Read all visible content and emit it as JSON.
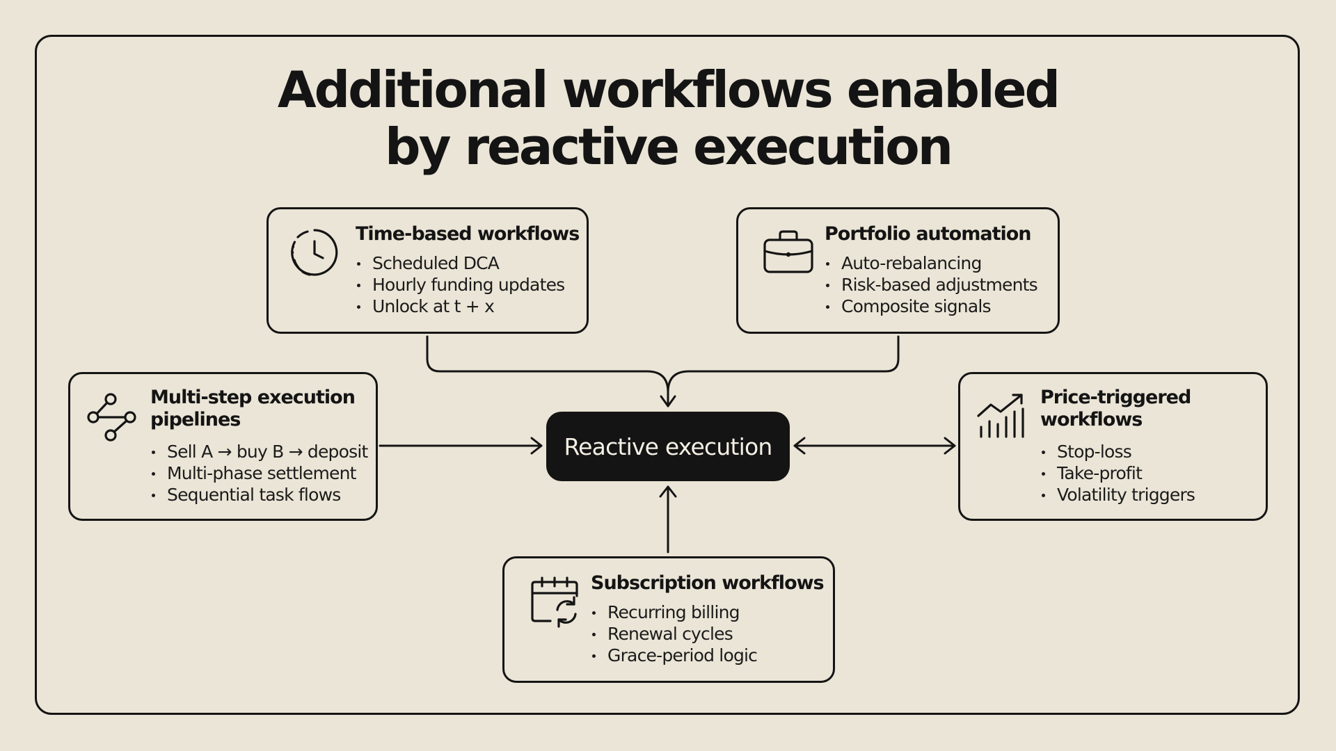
{
  "title": {
    "line1": "Additional workflows enabled",
    "line2": "by reactive execution"
  },
  "center": {
    "label": "Reactive execution"
  },
  "cards": {
    "time_based": {
      "icon": "clock-icon",
      "title": "Time-based workflows",
      "items": [
        "Scheduled DCA",
        "Hourly funding updates",
        "Unlock at t + x"
      ]
    },
    "portfolio": {
      "icon": "briefcase-icon",
      "title": "Portfolio automation",
      "items": [
        "Auto-rebalancing",
        "Risk-based adjustments",
        "Composite signals"
      ]
    },
    "multi_step": {
      "icon": "workflow-nodes-icon",
      "title_line1": "Multi-step execution",
      "title_line2": "pipelines",
      "items": [
        "Sell A → buy B → deposit",
        "Multi-phase settlement",
        "Sequential task flows"
      ]
    },
    "price_triggered": {
      "icon": "chart-trend-icon",
      "title_line1": "Price-triggered",
      "title_line2": "workflows",
      "items": [
        "Stop-loss",
        "Take-profit",
        "Volatility triggers"
      ]
    },
    "subscription": {
      "icon": "calendar-refresh-icon",
      "title": "Subscription workflows",
      "items": [
        "Recurring billing",
        "Renewal cycles",
        "Grace-period logic"
      ]
    }
  },
  "colors": {
    "background": "#ebe5d7",
    "ink": "#141414",
    "center_text": "#f4efe4"
  }
}
